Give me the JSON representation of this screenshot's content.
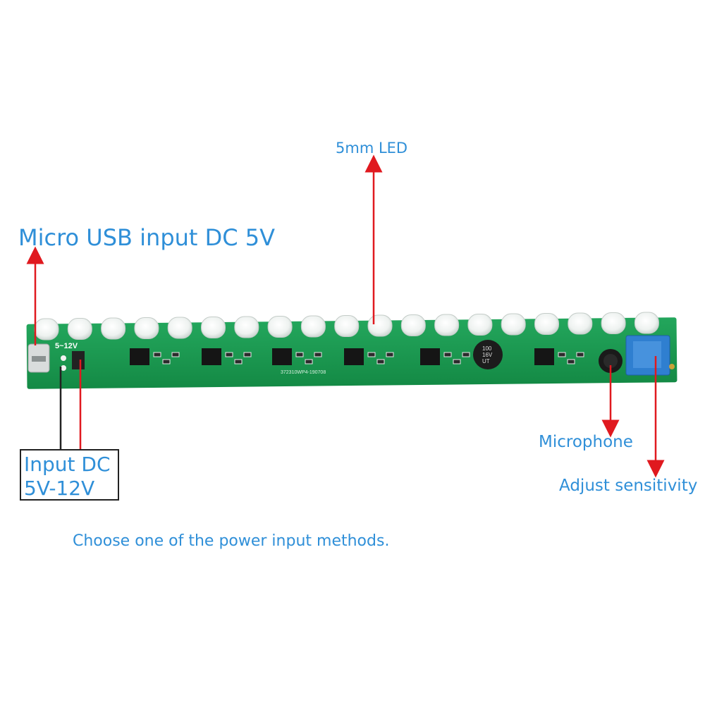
{
  "labels": {
    "led": "5mm LED",
    "usb_input": "Micro USB input DC 5V",
    "dc_input_line1": "Input DC",
    "dc_input_line2": "5V-12V",
    "microphone": "Microphone",
    "sensitivity": "Adjust sensitivity",
    "note": "Choose one of the power input methods."
  },
  "board_markings": {
    "voltage": "5~12V",
    "capacitor_line1": "100",
    "capacitor_line2": "16V",
    "capacitor_line3": "UT",
    "pcb_code": "372310WP4-190708"
  },
  "colors": {
    "label_text": "#2f8fd8",
    "pcb": "#1a9a52",
    "arrow": "#e0191f",
    "box_border": "#222222",
    "potentiometer": "#2f7fd0"
  },
  "led_count": 19
}
